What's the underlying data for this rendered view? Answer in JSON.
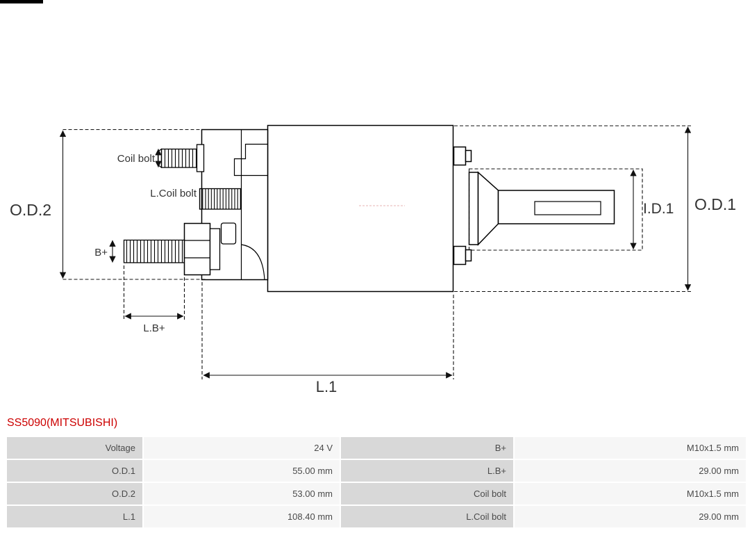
{
  "title": {
    "text": "SS5090(MITSUBISHI)"
  },
  "colors": {
    "title_red": "#cc0000",
    "label_cell_bg": "#d8d8d8",
    "value_cell_bg": "#f6f6f6"
  },
  "diagram": {
    "labels": {
      "od2": "O.D.2",
      "od1": "O.D.1",
      "id1": "I.D.1",
      "l1": "L.1",
      "coil_bolt": "Coil bolt",
      "l_coil_bolt": "L.Coil bolt",
      "b_plus": "B+",
      "l_b_plus": "L.B+"
    }
  },
  "table": {
    "rows": [
      {
        "c0": "Voltage",
        "c1": "24 V",
        "c2": "B+",
        "c3": "M10x1.5 mm"
      },
      {
        "c0": "O.D.1",
        "c1": "55.00 mm",
        "c2": "L.B+",
        "c3": "29.00 mm"
      },
      {
        "c0": "O.D.2",
        "c1": "53.00 mm",
        "c2": "Coil bolt",
        "c3": "M10x1.5 mm"
      },
      {
        "c0": "L.1",
        "c1": "108.40 mm",
        "c2": "L.Coil bolt",
        "c3": "29.00 mm"
      }
    ]
  }
}
